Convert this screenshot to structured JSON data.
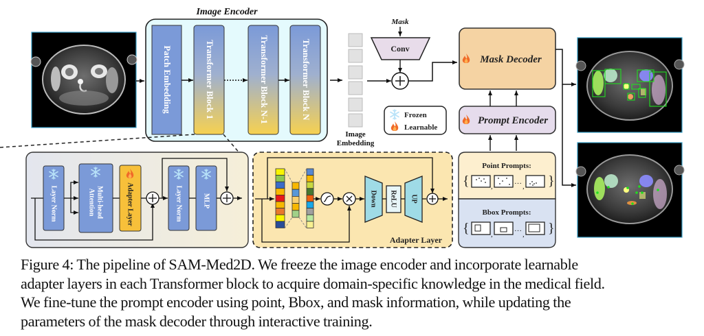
{
  "image_encoder": {
    "title": "Image Encoder",
    "blocks": [
      "Patch Embedding",
      "Transformer Block 1",
      "Transformer Block N-1",
      "Transformer Block N"
    ]
  },
  "image_embedding": {
    "label_line1": "Image",
    "label_line2": "Embedding"
  },
  "mask_branch": {
    "mask_label": "Mask",
    "conv_label": "Conv"
  },
  "mask_decoder": {
    "label": "Mask Decoder",
    "icon": "flame-icon"
  },
  "prompt_encoder": {
    "label": "Prompt Encoder",
    "icon": "flame-icon"
  },
  "legend": {
    "items": [
      {
        "icon": "snowflake-icon",
        "label": "Frozen",
        "color": "#a8d8f0"
      },
      {
        "icon": "flame-icon",
        "label": "Learnable",
        "color": "#f07030"
      }
    ]
  },
  "transformer_block_detail": {
    "layers": [
      "Layer Norm",
      "Multi-head Attention",
      "Adapter Layer",
      "Layer Norm",
      "MLP"
    ],
    "attention_line1": "Multi-head",
    "attention_line2": "Attention"
  },
  "adapter_layer_detail": {
    "title": "Adapter Layer",
    "down_label": "Down",
    "relu_label": "ReLU",
    "up_label": "UP"
  },
  "prompts": {
    "point_title": "Point Prompts:",
    "bbox_title": "Bbox Prompts:",
    "ellipsis": "…"
  },
  "colors": {
    "encoder_bg": "#e4fafd",
    "block_blue": "#7b9ad8",
    "block_yellow": "#f5d35a",
    "adapter_orange": "#f7c03a",
    "mask_decoder_fill": "#f5d3a3",
    "prompt_encoder_fill": "#e6dcec",
    "conv_fill": "#e8dcea",
    "adapter_panel": "#fbe6b0",
    "trapezoid_cyan": "#9fdbe6",
    "point_panel": "#fdefcf",
    "bbox_panel": "#d9e2f2"
  },
  "caption": {
    "lines": [
      "Figure 4: The pipeline of SAM-Med2D. We freeze the image encoder and incorporate learnable",
      "adapter layers in each Transformer block to acquire domain-specific knowledge in the medical field.",
      "We fine-tune the prompt encoder using point, Bbox, and mask information, while updating the",
      "parameters of the mask decoder through interactive training."
    ]
  }
}
